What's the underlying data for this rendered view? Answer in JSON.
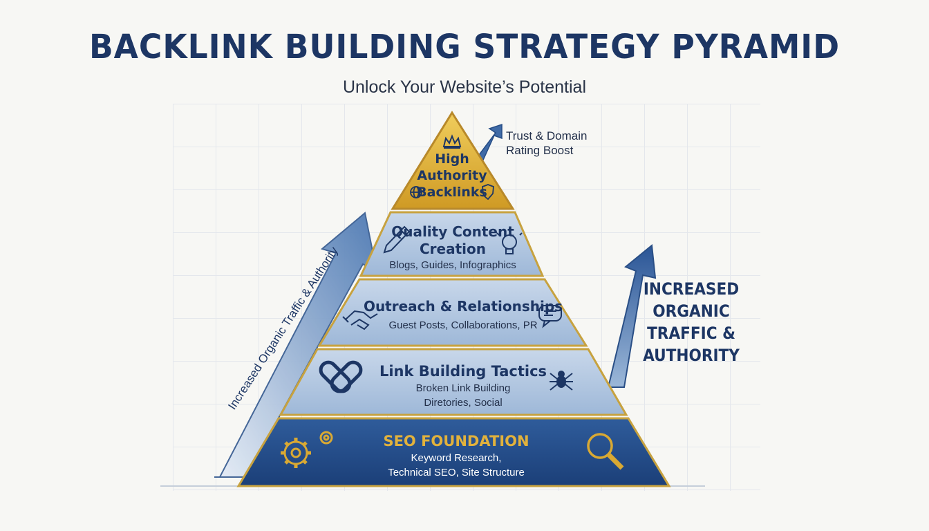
{
  "title": "BACKLINK BUILDING STRATEGY PYRAMID",
  "subtitle": "Unlock Your Website’s Potential",
  "layers": [
    {
      "title_lines": [
        "High",
        "Authority",
        "Backlinks"
      ],
      "icons": [
        "crown-icon",
        "globe-icon",
        "shield-icon"
      ]
    },
    {
      "title_lines": [
        "Quality Content",
        "Creation"
      ],
      "description": "Blogs, Guides, Infographics",
      "icons": [
        "pencil-icon",
        "lightbulb-icon"
      ]
    },
    {
      "title": "Outreach & Relationships",
      "description": "Guest Posts, Collaborations, PR",
      "icons": [
        "handshake-icon",
        "chat-bubble-icon"
      ]
    },
    {
      "title": "Link Building Tactics",
      "description_lines": [
        "Broken Link Building",
        "Diretories, Social"
      ],
      "icons": [
        "chain-link-icon",
        "spider-icon"
      ]
    },
    {
      "title": "SEO FOUNDATION",
      "description_lines": [
        "Keyword Research,",
        "Technical SEO, Site Structure"
      ],
      "icons": [
        "gears-icon",
        "magnifier-icon"
      ]
    }
  ],
  "top_note_lines": [
    "Trust & Domain",
    "Rating Boost"
  ],
  "left_arrow_label": "Increased Organic Traffic & Authority",
  "right_label_lines": [
    "INCREASED",
    "ORGANIC",
    "TRAFFIC &",
    "AUTHORITY"
  ],
  "colors": {
    "navy": "#1d3664",
    "gold": "#d9a933",
    "light_blue": "#b7cbe3",
    "mid_blue": "#a9c0dd",
    "foundation_blue": "#234d8c"
  }
}
